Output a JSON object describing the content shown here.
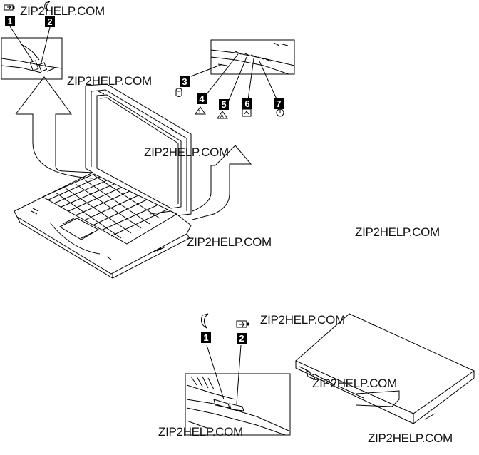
{
  "watermark": "ZIP2HELP.COM",
  "callouts_top_left": [
    "1",
    "2"
  ],
  "callouts_status_panel": [
    "3",
    "4",
    "5",
    "6",
    "7"
  ],
  "callouts_bottom": [
    "1",
    "2"
  ],
  "icons": {
    "battery": "battery-charging-icon",
    "standby": "moon-icon",
    "disk": "cylinder-drive-icon",
    "numlock": "numlock-arrow-icon",
    "capslock": "capslock-a-icon",
    "scrolllock": "scroll-lock-icon",
    "power": "power-icon"
  }
}
